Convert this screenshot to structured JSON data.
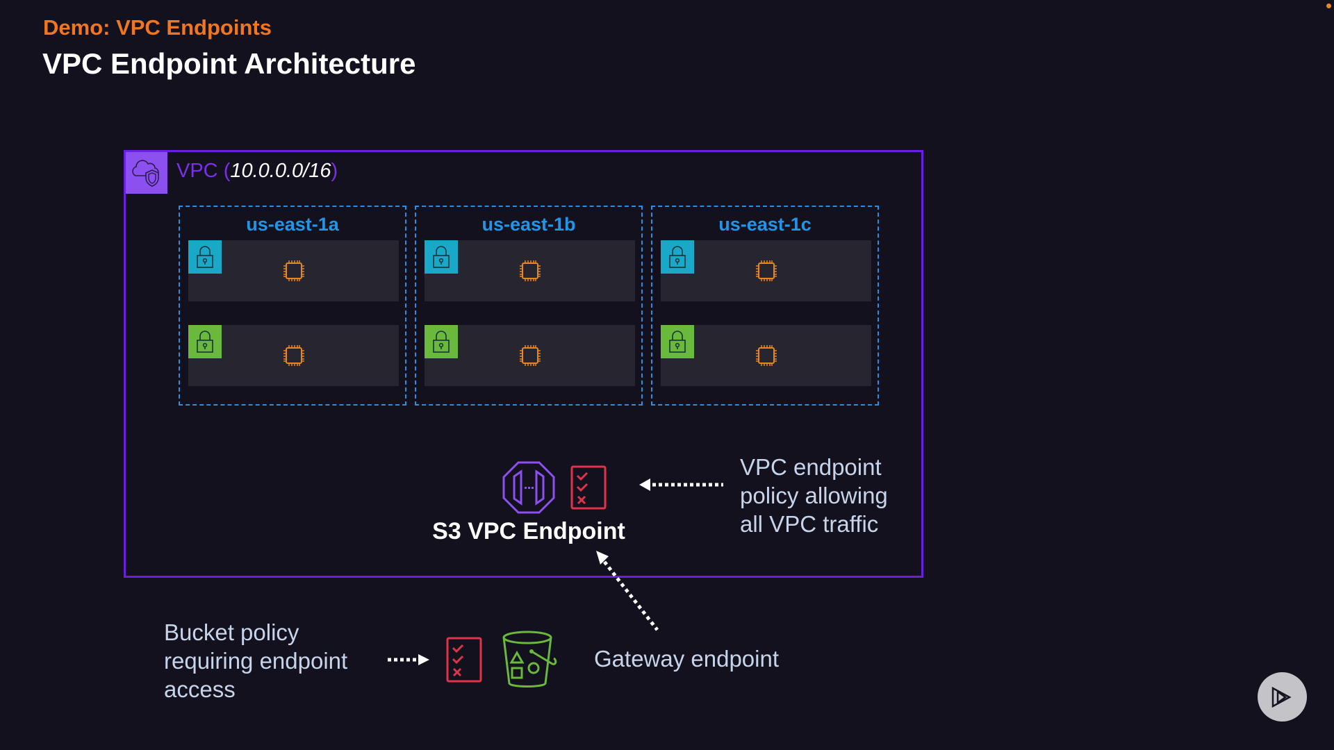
{
  "header": {
    "eyebrow": "Demo: VPC Endpoints",
    "title": "VPC Endpoint Architecture"
  },
  "vpc": {
    "label": "VPC",
    "open_paren": " (",
    "cidr": "10.0.0.0/16",
    "close_paren": ")",
    "icon": "vpc-cloud-shield-icon",
    "border_color": "#6b1fe0"
  },
  "availability_zones": [
    {
      "name": "us-east-1a",
      "subnets": [
        {
          "type": "private",
          "icon": "lock-icon",
          "instance_icon": "ec2-chip-icon"
        },
        {
          "type": "public",
          "icon": "lock-icon",
          "instance_icon": "ec2-chip-icon"
        }
      ]
    },
    {
      "name": "us-east-1b",
      "subnets": [
        {
          "type": "private",
          "icon": "lock-icon",
          "instance_icon": "ec2-chip-icon"
        },
        {
          "type": "public",
          "icon": "lock-icon",
          "instance_icon": "ec2-chip-icon"
        }
      ]
    },
    {
      "name": "us-east-1c",
      "subnets": [
        {
          "type": "private",
          "icon": "lock-icon",
          "instance_icon": "ec2-chip-icon"
        },
        {
          "type": "public",
          "icon": "lock-icon",
          "instance_icon": "ec2-chip-icon"
        }
      ]
    }
  ],
  "endpoint": {
    "label": "S3 VPC Endpoint",
    "icon": "vpc-endpoint-octagon-icon",
    "policy_icon": "policy-checklist-icon"
  },
  "annotations": {
    "endpoint_policy": [
      "VPC endpoint",
      "policy allowing",
      "all VPC traffic"
    ],
    "bucket_policy": [
      "Bucket policy",
      "requiring endpoint",
      "access"
    ],
    "gateway": "Gateway endpoint"
  },
  "bucket": {
    "icon": "s3-bucket-icon",
    "policy_icon": "policy-checklist-icon"
  },
  "colors": {
    "background": "#13111e",
    "accent_orange": "#f0771f",
    "vpc_purple": "#6b1fe0",
    "az_blue": "#2196e8",
    "private_subnet": "#19a8c8",
    "public_subnet": "#6ab83c",
    "ec2_orange": "#e8871e",
    "policy_red": "#e0344a",
    "s3_green": "#6ab83c",
    "endpoint_violet": "#8c4ff0"
  },
  "player": {
    "icon": "pluralsight-play-icon"
  }
}
